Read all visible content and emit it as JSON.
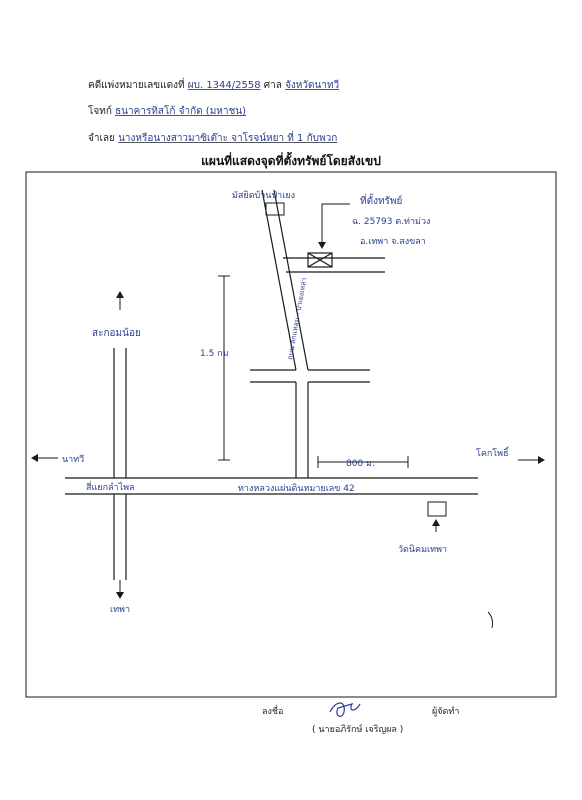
{
  "header": {
    "case_label": "คดีแพ่งหมายเลขแดงที่",
    "case_number": "ผบ. 1344/2558",
    "court_label": "ศาล",
    "court_name": "จังหวัดนาทวี",
    "plaintiff_label": "โจทก์",
    "plaintiff_name": "ธนาคารทิสโก้ จำกัด (มหาชน)",
    "defendant_label": "จำเลย",
    "defendant_name": "นางหรือนางสาวมาซิเต๊าะ จาโรจน์หยา ที่ 1 กับพวก"
  },
  "title": "แผนที่แสดงจุดที่ตั้งทรัพย์โดยสังเขป",
  "map": {
    "mosque_label": "มัสยิดบ้านป่าเยง",
    "property_label": "ที่ตั้งทรัพย์",
    "deed_line": "ฉ. 25793 ต.ท่าม่วง",
    "district_line": "อ.เทพา จ.สงขลา",
    "side_road_label": "ถนน ลักแหลม - ป่าเยงเหล่า",
    "distance_vertical": "1.5 กม",
    "distance_horizontal": "800 ม.",
    "sakom_label": "สะกอมน้อย",
    "nathawi_label": "นาทวี",
    "khokpho_label": "โคกโพธิ์",
    "junction_label": "สี่แยกลำไพล",
    "highway_label": "ทางหลวงแผ่นดินหมายเลข 42",
    "temple_label": "วัดนิคมเทพา",
    "thepha_label": "เทพา"
  },
  "footer": {
    "sign_label": "ลงชื่อ",
    "role_label": "ผู้จัดทำ",
    "signer_name": "( นายอภิรักษ์ เจริญผล )"
  },
  "colors": {
    "ink": "#1a1a1a",
    "pen": "#2a3f8f"
  }
}
